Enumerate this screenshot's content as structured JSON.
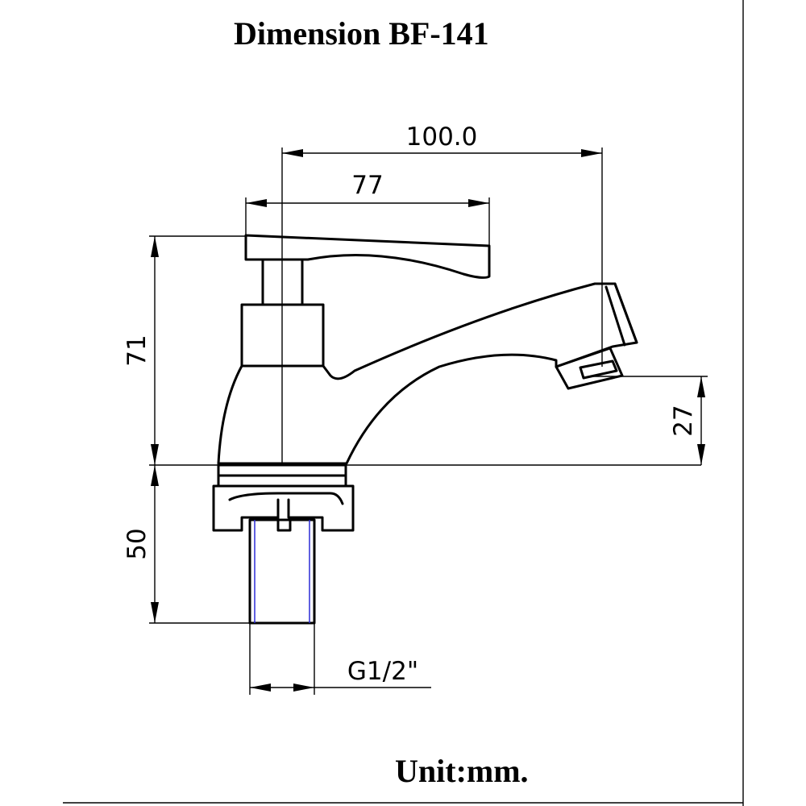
{
  "title": "Dimension BF-141",
  "unit_label": "Unit:mm.",
  "dimensions": {
    "total_length": "100.0",
    "handle_length": "77",
    "height": "71",
    "spout_height": "27",
    "shank_length": "50",
    "thread": "G1/2\""
  }
}
